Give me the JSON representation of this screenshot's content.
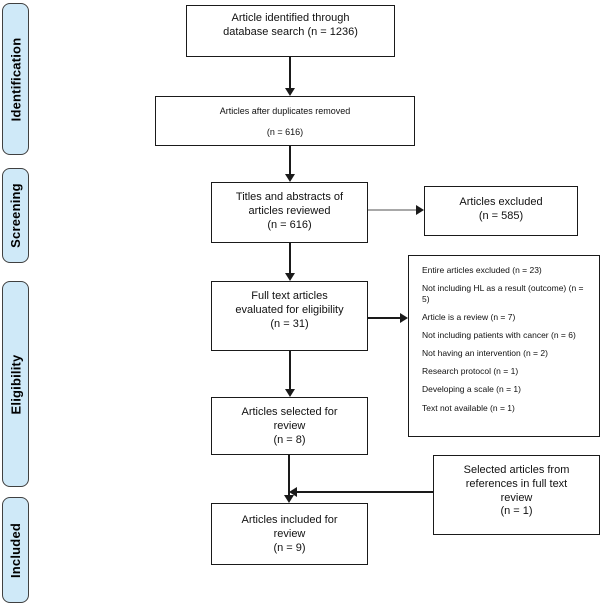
{
  "stages": {
    "items": [
      {
        "label": "Identification"
      },
      {
        "label": "Screening"
      },
      {
        "label": "Eligibility"
      },
      {
        "label": "Included"
      }
    ]
  },
  "flow": {
    "identified": {
      "text": "Article identified through\ndatabase search (n = 1236)"
    },
    "after_duplicates": {
      "line1": "Articles after duplicates removed",
      "line2": "(n = 616)"
    },
    "titles_abstracts": {
      "text": "Titles and abstracts of\narticles reviewed\n(n = 616)"
    },
    "articles_excluded": {
      "text": "Articles excluded\n(n = 585)"
    },
    "full_text": {
      "text": "Full text articles\nevaluated for eligibility\n(n = 31)"
    },
    "exclusion_reasons": {
      "items": [
        "Entire articles excluded (n = 23)",
        "Not including HL as a result (outcome) (n = 5)",
        "Article is a review (n = 7)",
        "Not including patients with cancer (n = 6)",
        "Not having an intervention (n = 2)",
        "Research protocol (n = 1)",
        "Developing a scale (n = 1)",
        "Text not available (n = 1)"
      ]
    },
    "selected_for_review": {
      "text": "Articles selected for\nreview\n(n = 8)"
    },
    "from_references": {
      "text": "Selected articles from\nreferences in full text\nreview\n(n = 1)"
    },
    "included_for_review": {
      "text": "Articles included for\nreview\n(n = 9)"
    }
  },
  "colors": {
    "stage_fill": "#cfe9f8",
    "stage_border": "#404040",
    "box_border": "#1a1a1a",
    "arrow_black": "#1a1a1a",
    "arrow_gray": "#a8a8a8",
    "background": "#ffffff"
  }
}
